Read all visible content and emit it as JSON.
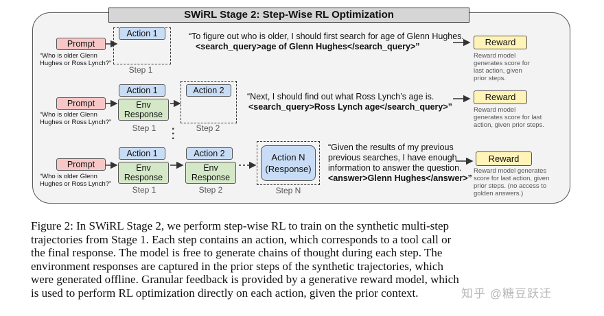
{
  "title": "SWiRL Stage 2: Step-Wise RL Optimization",
  "rows": [
    {
      "prompt": "Prompt",
      "question_line1": "“Who is older Glenn",
      "question_line2": "Hughes or Ross Lynch?”",
      "action1": "Action 1",
      "step1": "Step 1",
      "thought_line1": "“To figure out who is older, I should first search for age of Glenn Hughes.",
      "thought_line2": "<search_query>age of Glenn Hughes</search_query>”",
      "reward": "Reward",
      "note_line1": "Reward model",
      "note_line2": "generates score for",
      "note_line3": "last action, given",
      "note_line4": "prior steps."
    },
    {
      "prompt": "Prompt",
      "question_line1": "“Who is older Glenn",
      "question_line2": "Hughes or Ross Lynch?”",
      "action1": "Action 1",
      "env1_line1": "Env",
      "env1_line2": "Response",
      "step1": "Step 1",
      "action2": "Action 2",
      "step2": "Step 2",
      "thought_line1": "“Next, I should find out what Ross Lynch’s age is.",
      "thought_line2": "<search_query>Ross Lynch age</search_query>”",
      "reward": "Reward",
      "note_line1": "Reward model",
      "note_line2": "generates score for last",
      "note_line3": "action, given prior steps."
    },
    {
      "prompt": "Prompt",
      "question_line1": "“Who is older Glenn",
      "question_line2": "Hughes or Ross Lynch?”",
      "action1": "Action 1",
      "env1_line1": "Env",
      "env1_line2": "Response",
      "step1": "Step 1",
      "action2": "Action 2",
      "env2_line1": "Env",
      "env2_line2": "Response",
      "step2": "Step 2",
      "actionN_line1": "Action N",
      "actionN_line2": "(Response)",
      "stepN": "Step N",
      "thought_line1": "“Given the results of my previous",
      "thought_line2": "previous searches, I have enough",
      "thought_line3": "information to answer the question.",
      "thought_line4": "<answer>Glenn Hughes</answer>”",
      "reward": "Reward",
      "note_line1": "Reward model generates",
      "note_line2": "score for last action, given",
      "note_line3": "prior steps. (no access to",
      "note_line4": "golden answers.)"
    }
  ],
  "caption": [
    "Figure 2: In SWiRL Stage 2, we perform step-wise RL to train on the synthetic multi-step",
    "trajectories from Stage 1. Each step contains an action, which corresponds to a tool call or",
    "the final response. The model is free to generate chains of thought during each step. The",
    "environment responses are captured in the prior steps of the synthetic trajectories, which",
    "were generated offline. Granular feedback is provided by a generative reward model, which",
    "is used to perform RL optimization directly on each action, given the prior context."
  ],
  "watermark": "知乎 @糖豆跃迁",
  "colors": {
    "prompt": "#f7c6c6",
    "action": "#c8dcf5",
    "env": "#d4e8c8",
    "reward": "#fff3b8",
    "panel": "#f3f3f3"
  }
}
